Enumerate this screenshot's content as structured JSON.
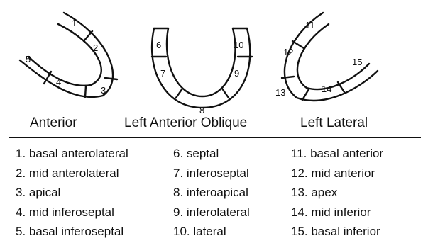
{
  "views": [
    {
      "label": "Anterior",
      "segment_numbers": [
        "1",
        "2",
        "3",
        "4",
        "5"
      ]
    },
    {
      "label": "Left Anterior Oblique",
      "segment_numbers": [
        "6",
        "7",
        "8",
        "9",
        "10"
      ]
    },
    {
      "label": "Left Lateral",
      "segment_numbers": [
        "11",
        "12",
        "13",
        "14",
        "15"
      ]
    }
  ],
  "legend": {
    "columns": [
      [
        "1. basal anterolateral",
        "2. mid anterolateral",
        "3. apical",
        "4. mid inferoseptal",
        "5. basal inferoseptal"
      ],
      [
        "6. septal",
        "7. inferoseptal",
        "8. inferoapical",
        "9. inferolateral",
        "10. lateral"
      ],
      [
        "11. basal anterior",
        "12. mid anterior",
        "13. apex",
        "14. mid inferior",
        "15. basal inferior"
      ]
    ]
  }
}
